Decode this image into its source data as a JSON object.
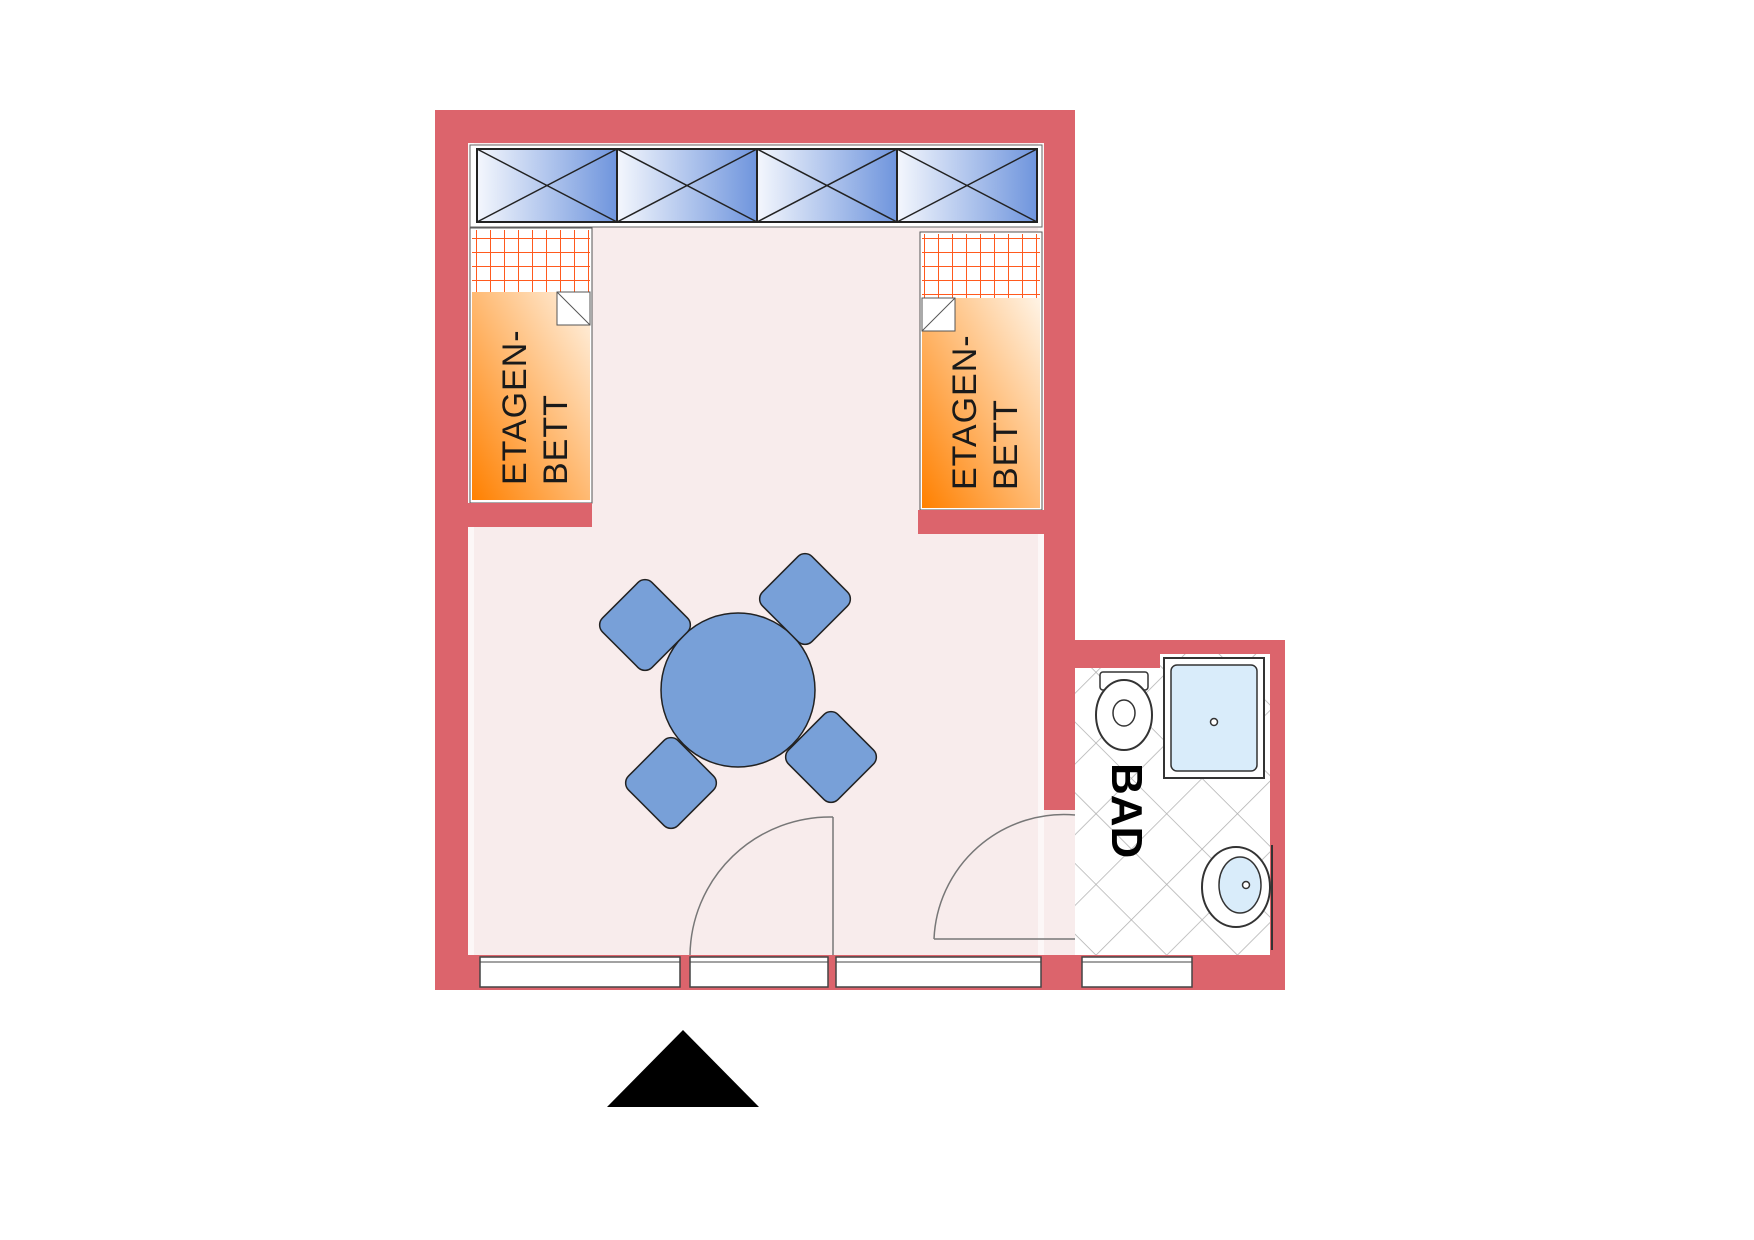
{
  "labels": {
    "bed_left_line1": "ETAGEN-",
    "bed_left_line2": "BETT",
    "bed_right_line1": "ETAGEN-",
    "bed_right_line2": "BETT",
    "bathroom": "BAD"
  },
  "colors": {
    "wall": "#dc646c",
    "floor": "#f8ecec",
    "furniture_blue": "#78a0d8",
    "wardrobe_blue": "#6f95dd",
    "bed_orange": "#ff8c1a",
    "bed_grid": "#ff5a1e",
    "tile_line": "#b0b0b0",
    "fixture_fill": "#d9ecfa",
    "north_arrow": "#000000"
  },
  "icons": [
    "wardrobe-icon",
    "bunk-bed-icon",
    "round-table-icon",
    "chair-icon",
    "door-swing-icon",
    "toilet-icon",
    "shower-tray-icon",
    "washbasin-icon",
    "entrance-arrow-icon"
  ]
}
